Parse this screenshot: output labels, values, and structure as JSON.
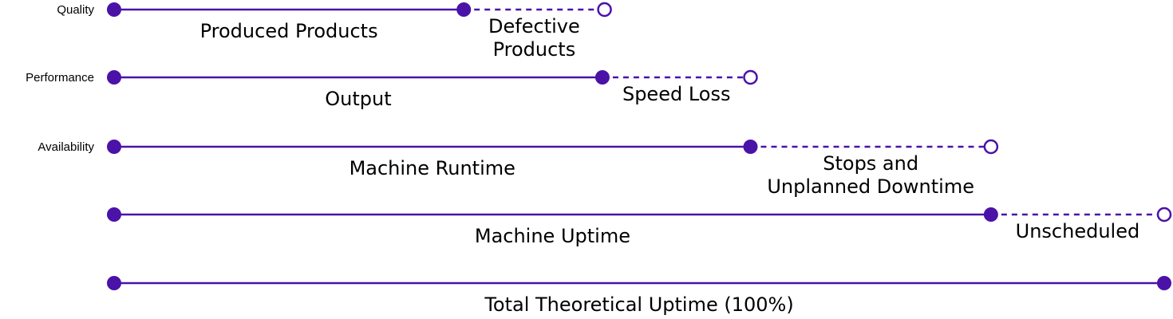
{
  "colors": {
    "line": "#4b12a8",
    "dot": "#4b12a8",
    "open_dot_fill": "#ffffff",
    "text": "#000000"
  },
  "rows": [
    {
      "label": "Quality",
      "solid_fraction": 0.333,
      "dashed_end_fraction": 0.467,
      "solid_text": "Produced Products",
      "dashed_text": [
        "Defective",
        "Products"
      ]
    },
    {
      "label": "Performance",
      "solid_fraction": 0.465,
      "dashed_end_fraction": 0.606,
      "solid_text": "Output",
      "dashed_text": [
        "Speed Loss"
      ]
    },
    {
      "label": "Availability",
      "solid_fraction": 0.606,
      "dashed_end_fraction": 0.835,
      "solid_text": "Machine Runtime",
      "dashed_text": [
        "Stops and",
        "Unplanned Downtime"
      ]
    },
    {
      "label": "",
      "solid_fraction": 0.835,
      "dashed_end_fraction": 1.0,
      "solid_text": "Machine Uptime",
      "dashed_text": [
        "Unscheduled"
      ]
    },
    {
      "label": "",
      "solid_fraction": 1.0,
      "dashed_end_fraction": null,
      "solid_text": "Total Theoretical Uptime (100%)",
      "dashed_text": []
    }
  ]
}
